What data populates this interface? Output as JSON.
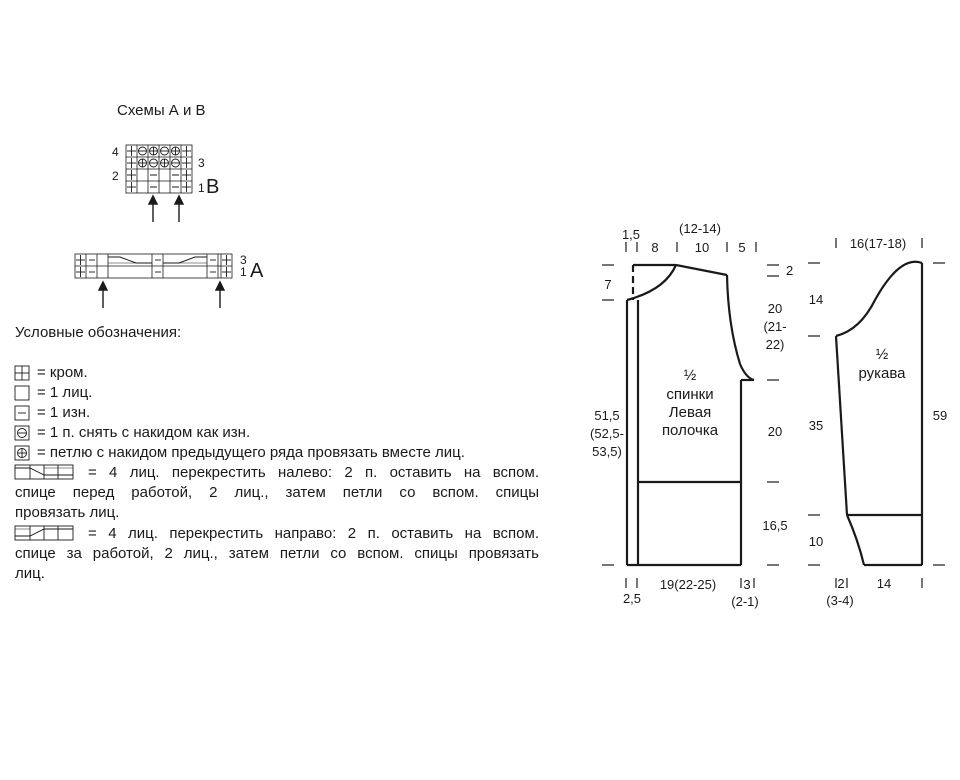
{
  "charts": {
    "title": "Схемы А и В",
    "chart_b": {
      "label": "B",
      "row_numbers": {
        "r1": "1",
        "r2": "2",
        "r3": "3",
        "r4": "4"
      }
    },
    "chart_a": {
      "label": "A",
      "row_numbers": {
        "r1": "1",
        "r3": "3"
      }
    }
  },
  "legend": {
    "title": "Условные обозначения:",
    "items": {
      "edge": "= кром.",
      "knit": "= 1 лиц.",
      "purl": "= 1 изн.",
      "slip": "= 1 п. снять с накидом как изн.",
      "knit_yo": "= петлю с накидом предыдущего ряда провязать вместе лиц.",
      "cross_left": {
        "line1": "= 4 лиц. перекрестить налево: 2 п. оставить на вспом.",
        "line2": "спице перед работой, 2 лиц., затем петли со вспом. спицы",
        "line3": "провязать лиц."
      },
      "cross_right": {
        "line1": "= 4 лиц. перекрестить направо: 2 п. оставить на вспом.",
        "line2": "спице за работой, 2 лиц., затем петли со вспом. спицы провязать",
        "line3": "лиц."
      }
    }
  },
  "body_pattern": {
    "label": {
      "line1": "½",
      "line2": "спинки",
      "line3": "Левая",
      "line4": "полочка"
    },
    "dims": {
      "top_left_shoulder": "1,5",
      "top_neck_range": "(12-14)",
      "top_8": "8",
      "top_10": "10",
      "top_5": "5",
      "right_2": "2",
      "left_7": "7",
      "armhole_a": "20",
      "armhole_b": "(21-",
      "armhole_c": "22)",
      "side_20": "20",
      "length_a": "51,5",
      "length_b": "(52,5-",
      "length_c": "53,5)",
      "rib_16_5": "16,5",
      "bottom_2_5": "2,5",
      "bottom_width": "19(22-25)",
      "bottom_3": "3",
      "bottom_2_1": "(2-1)"
    }
  },
  "sleeve_pattern": {
    "label": {
      "line1": "½",
      "line2": "рукава"
    },
    "dims": {
      "top_width": "16(17-18)",
      "cap_14": "14",
      "sleeve_35": "35",
      "cuff_10": "10",
      "total_59": "59",
      "bottom_2": "2",
      "bottom_3_4": "(3-4)",
      "bottom_14": "14"
    }
  }
}
